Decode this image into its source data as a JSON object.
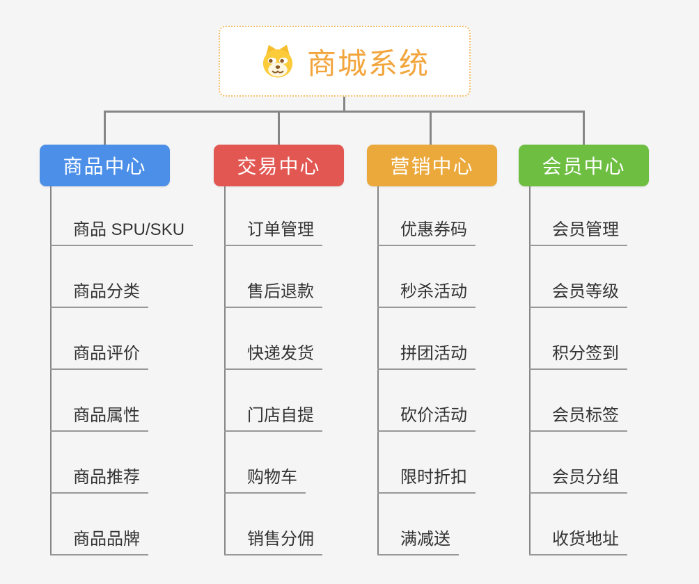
{
  "background_color": "#F5F5F5",
  "connector_color": "#868686",
  "root": {
    "title": "商城系统",
    "icon": "dog-face-icon",
    "text_color": "#F2A53C",
    "border_color": "#F5BE6B",
    "background": "#FFFFFF"
  },
  "leaf_style": {
    "text_color": "#333333",
    "underline_color": "#989898"
  },
  "branches": [
    {
      "label": "商品中心",
      "color": "#4B8FE8",
      "items": [
        "商品 SPU/SKU",
        "商品分类",
        "商品评价",
        "商品属性",
        "商品推荐",
        "商品品牌"
      ]
    },
    {
      "label": "交易中心",
      "color": "#E25752",
      "items": [
        "订单管理",
        "售后退款",
        "快递发货",
        "门店自提",
        "购物车",
        "销售分佣"
      ]
    },
    {
      "label": "营销中心",
      "color": "#EBA93C",
      "items": [
        "优惠券码",
        "秒杀活动",
        "拼团活动",
        "砍价活动",
        "限时折扣",
        "满减送"
      ]
    },
    {
      "label": "会员中心",
      "color": "#6EBE42",
      "items": [
        "会员管理",
        "会员等级",
        "积分签到",
        "会员标签",
        "会员分组",
        "收货地址"
      ]
    }
  ]
}
